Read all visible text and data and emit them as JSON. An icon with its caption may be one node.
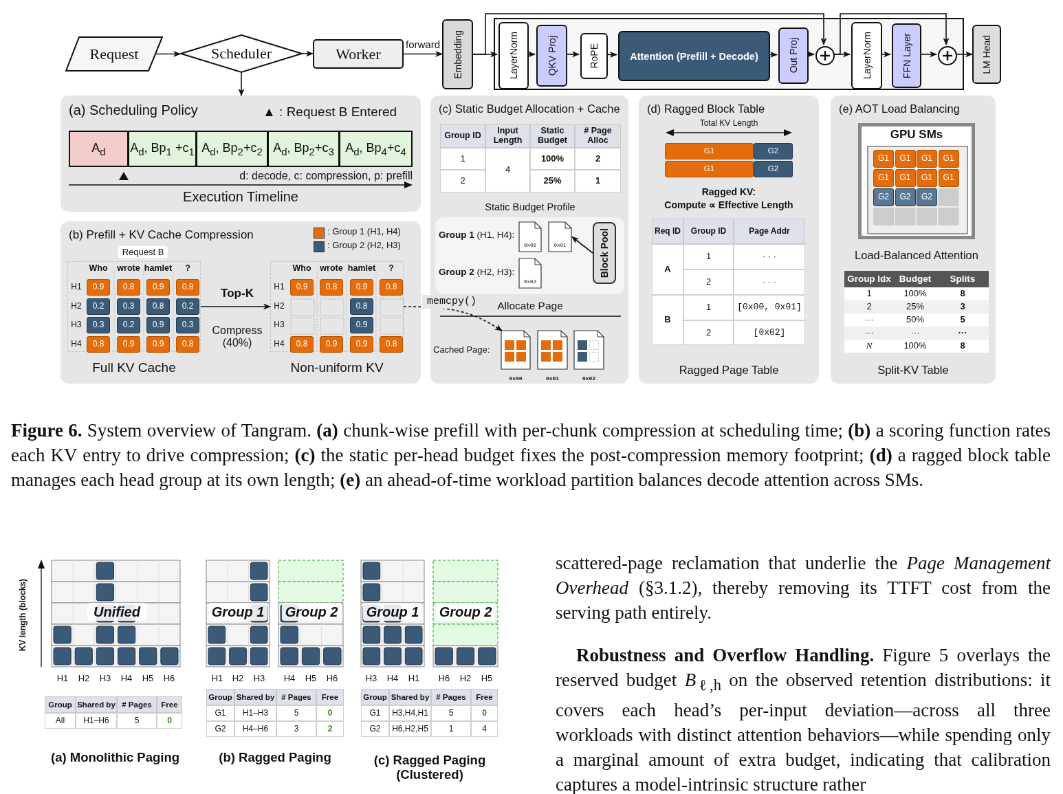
{
  "diagram": {
    "caption": "**Figure 6.** System overview of Tangram. **(a)** chunk-wise prefill with per-chunk compression at scheduling time; **(b)** a scoring function rates each KV entry to drive compression; **(c)** the static per-head budget fixes the post-compression memory footprint; **(d)** a ragged block table manages each head group at its own length; **(e)** an ahead-of-time workload partition balances decode attention across SMs.",
    "nodes": [
      {
        "text": [
          "Request"
        ]
      },
      {
        "text": [
          "Scheduler"
        ]
      },
      {
        "text": [
          "Worker"
        ]
      },
      {
        "text": [
          "Embedding"
        ]
      },
      {
        "text": [],
        "shape": "box"
      },
      {
        "text": [
          "LayerNorm"
        ],
        "in": 4
      },
      {
        "text": [
          "QKV Proj"
        ],
        "in": 4
      },
      {
        "text": [
          "RoPE"
        ],
        "in": 4
      },
      {
        "text": [
          "Attention (Prefill + Decode)"
        ],
        "in": 4
      },
      {
        "text": [
          "Out Proj"
        ],
        "in": 4
      },
      {
        "text": [],
        "shape": "circle",
        "in": 4
      },
      {
        "text": [
          "LayerNorm"
        ],
        "in": 4
      },
      {
        "text": [
          "FFN Layer"
        ],
        "in": 4
      },
      {
        "text": [],
        "shape": "circle",
        "in": 4
      },
      {
        "text": [
          "LM Head"
        ]
      },
      {
        "text": [
          "(a) Scheduling Policy",
          "Execution Timeline"
        ]
      },
      {
        "text": [
          "A$_{d}$"
        ],
        "in": 15
      },
      {
        "text": [
          "A$_{d}$, Bp$_{1}$ +c$_{1}$"
        ],
        "in": 15
      },
      {
        "text": [
          "A$_{d}$, Bp$_{2}$+c$_{2}$"
        ],
        "in": 15
      },
      {
        "text": [
          "A$_{d}$, Bp$_{2}$+c$_{3}$"
        ],
        "in": 15
      },
      {
        "text": [
          "A$_{d}$, Bp$_{4}$+c$_{4}$"
        ],
        "in": 15
      },
      {
        "text": [
          "(b) Prefill + KV Cache Compression"
        ]
      },
      {
        "text": [],
        "shape": "box",
        "in": 21,
        "beside": [
          "Full KV Cache"
        ]
      },
      {
        "text": [],
        "shape": "box",
        "in": 21,
        "beside": [
          "Non-uniform KV"
        ]
      },
      {
        "text": [
          "(c) Static Budget Allocation + Cache"
        ]
      },
      {
        "text": [
          "**Group 1** (H1, H4):",
          "**Group 2** (H2, H3):"
        ],
        "in": 24
      },
      {
        "text": [
          "0x00"
        ],
        "in": 25
      },
      {
        "text": [
          "0x01"
        ],
        "in": 25
      },
      {
        "text": [
          "0x02"
        ],
        "in": 25
      },
      {
        "text": [
          "Block Pool"
        ],
        "in": 25
      },
      {
        "text": [],
        "shape": "document",
        "in": 24,
        "beside": [
          "0x00"
        ]
      },
      {
        "text": [],
        "shape": "document",
        "in": 24,
        "beside": [
          "0x01"
        ]
      },
      {
        "text": [],
        "shape": "document",
        "in": 24,
        "beside": [
          "0x02"
        ]
      },
      {
        "text": [
          "(d) Ragged Block Table",
          "Ragged Page Table"
        ]
      },
      {
        "text": [
          "(e) AOT Load Balancing",
          "Split-KV Table"
        ]
      },
      {
        "text": [
          "GPU SMs"
        ],
        "in": 34,
        "beside": [
          "Load-Balanced Attention"
        ]
      }
    ],
    "edges": [
      {
        "from": 0,
        "to": 1,
        "arrow": "to"
      },
      {
        "from": 1,
        "to": 2,
        "arrow": "to"
      },
      {
        "from": 2,
        "to": 3,
        "arrow": "to",
        "label": "forward"
      },
      {
        "from": 3,
        "to": 5,
        "arrow": "to"
      },
      {
        "from": 5,
        "to": 6,
        "arrow": "to"
      },
      {
        "from": 6,
        "to": 7,
        "arrow": "to"
      },
      {
        "from": 7,
        "to": 8,
        "arrow": "to"
      },
      {
        "from": 8,
        "to": 9,
        "arrow": "to"
      },
      {
        "from": 9,
        "to": 10,
        "arrow": "to"
      },
      {
        "from": 10,
        "to": 11,
        "arrow": "to"
      },
      {
        "from": 11,
        "to": 12,
        "arrow": "to"
      },
      {
        "from": 12,
        "to": 13,
        "arrow": "to"
      },
      {
        "from": 13,
        "to": 14,
        "arrow": "to"
      },
      {
        "from": 3,
        "to": 10,
        "arrow": "to"
      },
      {
        "from": 10,
        "to": 13,
        "arrow": "to"
      },
      {
        "from": 1,
        "to": 15,
        "arrow": "to"
      },
      {
        "from": 22,
        "to": 23,
        "arrow": "to",
        "label": "Top-K"
      },
      {
        "from": 29,
        "to": 27,
        "arrow": "to"
      },
      {
        "from": 23,
        "to": 30,
        "arrow": "to",
        "style": "dashed",
        "label": "memcpy()"
      }
    ],
    "labels": [
      "▲ : Request B Entered",
      "d: decode, c: compression, p: prefill",
      "Request B",
      "Who",
      "wrote",
      "hamlet",
      "?",
      "H1",
      "0.9",
      "0.8",
      "0.9",
      "0.8",
      "H2",
      "0.2",
      "0.3",
      "0.8",
      "0.2",
      "H3",
      "0.3",
      "0.2",
      "0.9",
      "0.3",
      "H4",
      "0.8",
      "0.9",
      "0.9",
      "0.8",
      "Who",
      "wrote",
      "hamlet",
      "?",
      "H1",
      "0.9",
      "0.8",
      "0.9",
      "0.8",
      "H2",
      "0.8",
      "H3",
      "0.9",
      "H4",
      "0.8",
      "0.9",
      "0.9",
      "0.8",
      "Compress (40%)",
      "Group ID",
      "Input Length",
      "Static Budget",
      "# Page Alloc",
      "1",
      "4",
      "100%",
      "2",
      "2",
      "25%",
      "1",
      "Static Budget Profile",
      "Allocate Page",
      "Cached Page:",
      "Total KV Length",
      "G1",
      "G2",
      "G1",
      "G2",
      "Ragged KV:",
      "Compute ∝ Effective Length",
      "Req ID",
      "Group ID",
      "Page Addr",
      "A",
      "1",
      "· · ·",
      "2",
      "· · ·",
      "B",
      "1",
      "[0x00, 0x01]",
      "2",
      "[0x02]",
      "G1",
      "G1",
      "G1",
      "G1",
      "G1",
      "G1",
      "G1",
      "G1",
      "G2",
      "G2",
      "G2",
      "Group Idx",
      "Budget",
      "Splits",
      "1",
      "100%",
      "8",
      "2",
      "25%",
      "3",
      "···",
      "50%",
      "5",
      "···",
      "···",
      "···",
      "N",
      "100%",
      "8",
      "KV length (blocks)",
      "Unified",
      "H1",
      "H2",
      "H3",
      "H4",
      "H5",
      "H6",
      "Group",
      "Shared by",
      "# Pages",
      "Free",
      "All",
      "H1–H6",
      "5",
      "0",
      "(a) Monolithic Paging",
      "Group 1",
      "Group 2",
      "H1",
      "H2",
      "H3",
      "H4",
      "H5",
      "H6",
      "Group",
      "Shared by",
      "# Pages",
      "Free",
      "G1",
      "H1–H3",
      "5",
      "0",
      "G2",
      "H4–H6",
      "3",
      "2",
      "(b) Ragged Paging",
      "Group 1",
      "Group 2",
      "H3",
      "H4",
      "H1",
      "H6",
      "H2",
      "H5",
      "Group",
      "Shared by",
      "# Pages",
      "Free",
      "G1",
      "H3,H4,H1",
      "5",
      "0",
      "G2",
      "H6,H2,H5",
      "1",
      "4",
      "(c) Ragged Paging (Clustered)",
      "scattered-page reclamation that underlie the *Page Management Overhead* (§3.1.2), thereby removing its TTFT cost from the serving path entirely.",
      "**Robustness and Overflow Handling.** Figure 5 overlays the reserved budget *B*$_{ℓ,h}$ on the observed retention distributions: it covers each head’s per-input deviation—across all three workloads with distinct attention behaviors—while spending only a marginal amount of extra budget, indicating that calibration captures a model-intrinsic structure rather"
    ],
    "legend": [
      {
        "text": ": Group 1 (H1, H4)",
        "color": "#e46c0a"
      },
      {
        "text": ": Group 2 (H2, H3)",
        "color": "#3b5a78"
      }
    ]
  }
}
